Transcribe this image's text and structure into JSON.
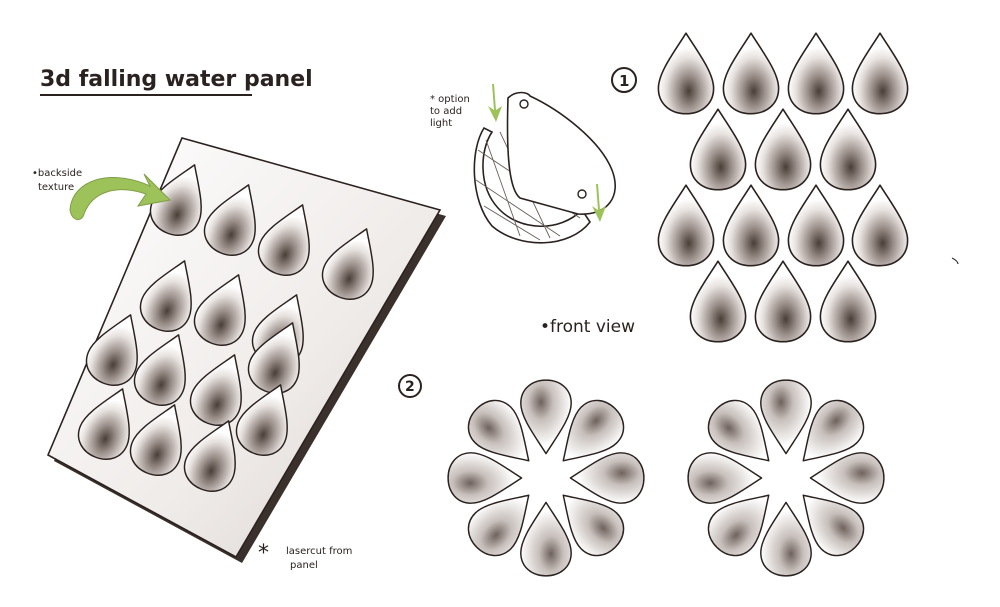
{
  "title": "3d falling water panel",
  "annotations": {
    "backside_texture": [
      "•backside",
      "texture"
    ],
    "option_light": [
      "* option",
      "to add",
      "light"
    ],
    "front_view": "•front view",
    "lasercut": [
      "lasercut from",
      "panel"
    ],
    "lasercut_star": "*"
  },
  "markers": {
    "option_one": "1",
    "option_two": "2"
  },
  "colors": {
    "ink": "#2b2220",
    "accent_green": "#9ec25a",
    "panel_shadow": "#3a302c"
  },
  "icons": [
    "arrow-curved-icon",
    "arrow-down-icon"
  ]
}
